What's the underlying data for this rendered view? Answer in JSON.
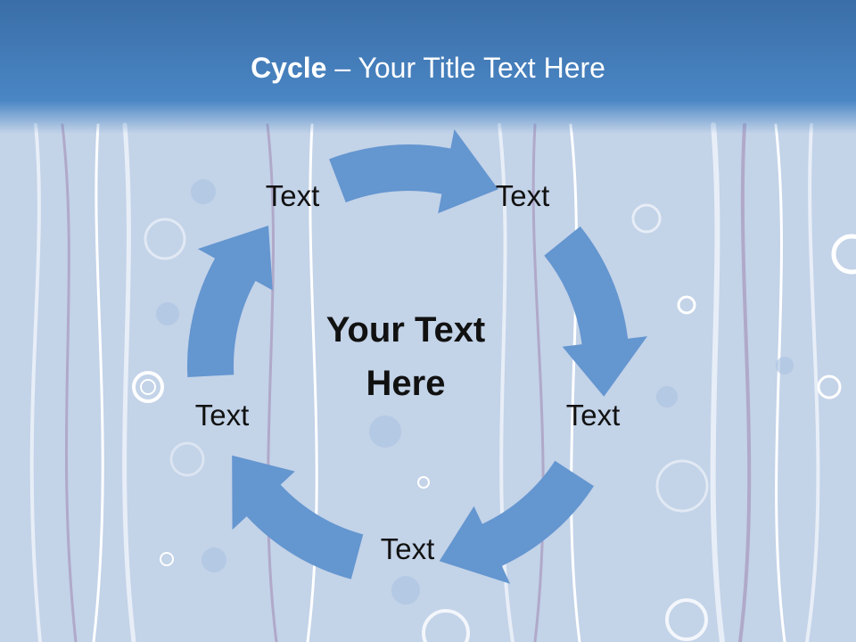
{
  "title": {
    "bold_part": "Cycle",
    "rest_part": " – Your Title Text Here"
  },
  "center_text": "Your Text Here",
  "nodes": [
    {
      "label": "Text"
    },
    {
      "label": "Text"
    },
    {
      "label": "Text"
    },
    {
      "label": "Text"
    },
    {
      "label": "Text"
    }
  ],
  "colors": {
    "arrow": "#6496d0",
    "header": "#4a86c4",
    "background": "#c3d3e8"
  }
}
